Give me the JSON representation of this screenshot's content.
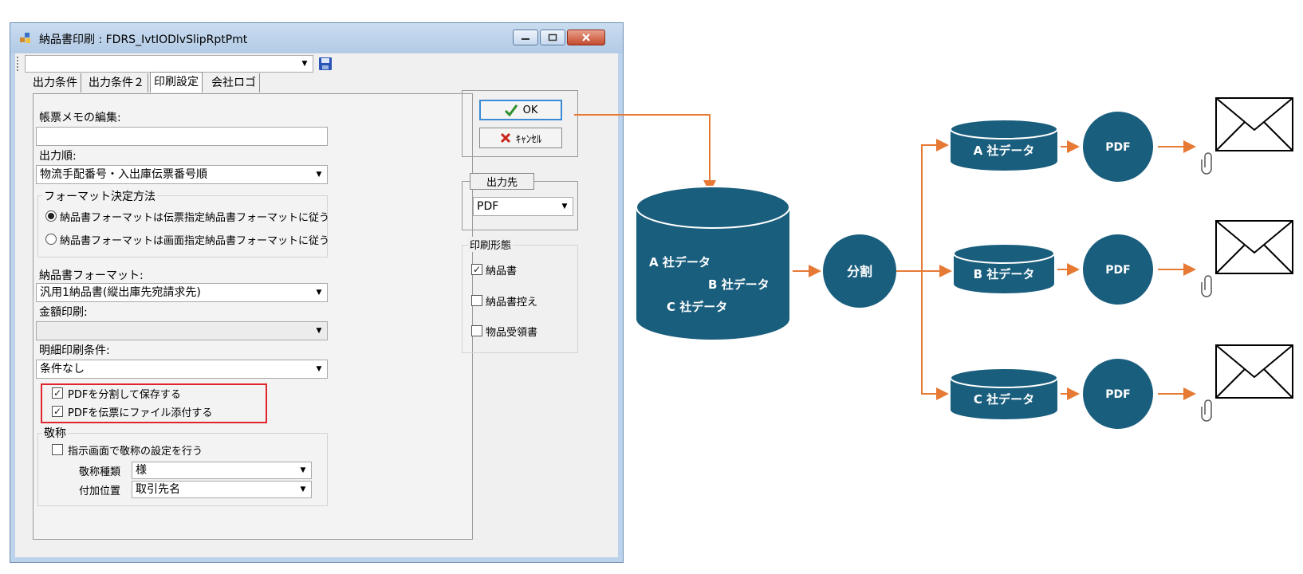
{
  "window": {
    "title": "納品書印刷 : FDRS_IvtIODlvSlipRptPmt",
    "top_combo_value": ""
  },
  "tabs": [
    {
      "label": "出力条件"
    },
    {
      "label": "出力条件２"
    },
    {
      "label": "印刷設定"
    },
    {
      "label": "会社ロゴ"
    }
  ],
  "form": {
    "memo_label": "帳票メモの編集:",
    "memo_value": "",
    "order_label": "出力順:",
    "order_value": "物流手配番号・入出庫伝票番号順",
    "format_group_label": "フォーマット決定方法",
    "radio1_label": "納品書フォーマットは伝票指定納品書フォーマットに従う",
    "radio2_label": "納品書フォーマットは画面指定納品書フォーマットに従う",
    "format_label": "納品書フォーマット:",
    "format_value": "汎用1納品書(縦出庫先宛請求先)",
    "amount_label": "金額印刷:",
    "amount_value": "",
    "detail_label": "明細印刷条件:",
    "detail_value": "条件なし",
    "pdf_split_label": "PDFを分割して保存する",
    "pdf_attach_label": "PDFを伝票にファイル添付する",
    "honorific_group_label": "敬称",
    "honorific_check_label": "指示画面で敬称の設定を行う",
    "honorific_type_label": "敬称種類",
    "honorific_type_value": "様",
    "position_label": "付加位置",
    "position_value": "取引先名"
  },
  "side": {
    "ok_label": "OK",
    "cancel_label": "ｷｬﾝｾﾙ",
    "output_label": "出力先",
    "output_value": "PDF",
    "print_form_label": "印刷形態",
    "print_items": [
      {
        "label": "納品書",
        "checked": true
      },
      {
        "label": "納品書控え",
        "checked": false
      },
      {
        "label": "物品受領書",
        "checked": false
      }
    ]
  },
  "diagram": {
    "db_lines": [
      "A 社データ",
      "B 社データ",
      "C 社データ"
    ],
    "split_label": "分割",
    "branches": [
      {
        "db_label": "A 社データ",
        "pdf_label": "PDF"
      },
      {
        "db_label": "B 社データ",
        "pdf_label": "PDF"
      },
      {
        "db_label": "C 社データ",
        "pdf_label": "PDF"
      }
    ],
    "colors": {
      "node": "#1a5e7e",
      "arrow": "#e67a35",
      "highlight": "#e0262c"
    }
  }
}
